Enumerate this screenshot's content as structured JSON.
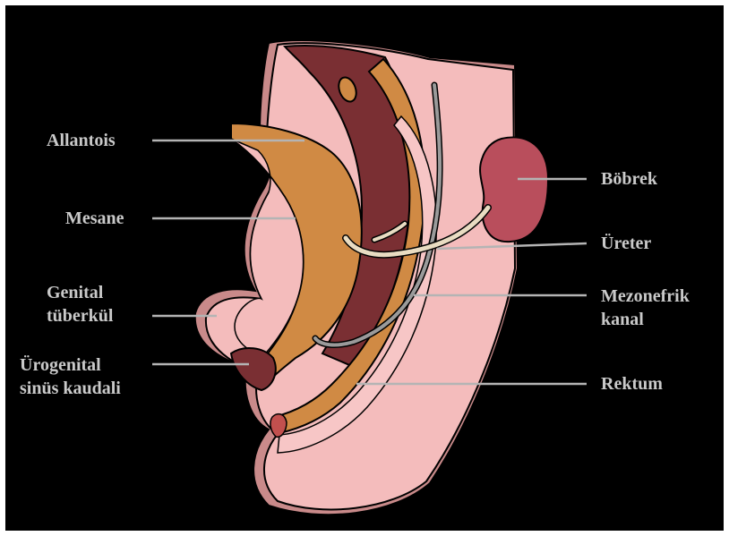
{
  "labels": {
    "allantois": "Allantois",
    "mesane": "Mesane",
    "genital_line1": "Genital",
    "genital_line2": "tüberkül",
    "urogenital_line1": "Ürogenital",
    "urogenital_line2": "sinüs kaudali",
    "bobrek": "Böbrek",
    "ureter": "Üreter",
    "mezonefrik_line1": "Mezonefrik",
    "mezonefrik_line2": "kanal",
    "rektum": "Rektum"
  },
  "colors": {
    "background": "#000000",
    "label_text": "#c9c9c9",
    "leader_line": "#b4b4b4",
    "body_pink": "#f4bcbc",
    "outer_rim": "#c98a8a",
    "deep_wall": "#7a2f33",
    "bladder_orange": "#d08a44",
    "kidney": "#b94e5c",
    "ureter": "#e9dcc2",
    "mesonephric_duct": "#9a9a9a"
  }
}
